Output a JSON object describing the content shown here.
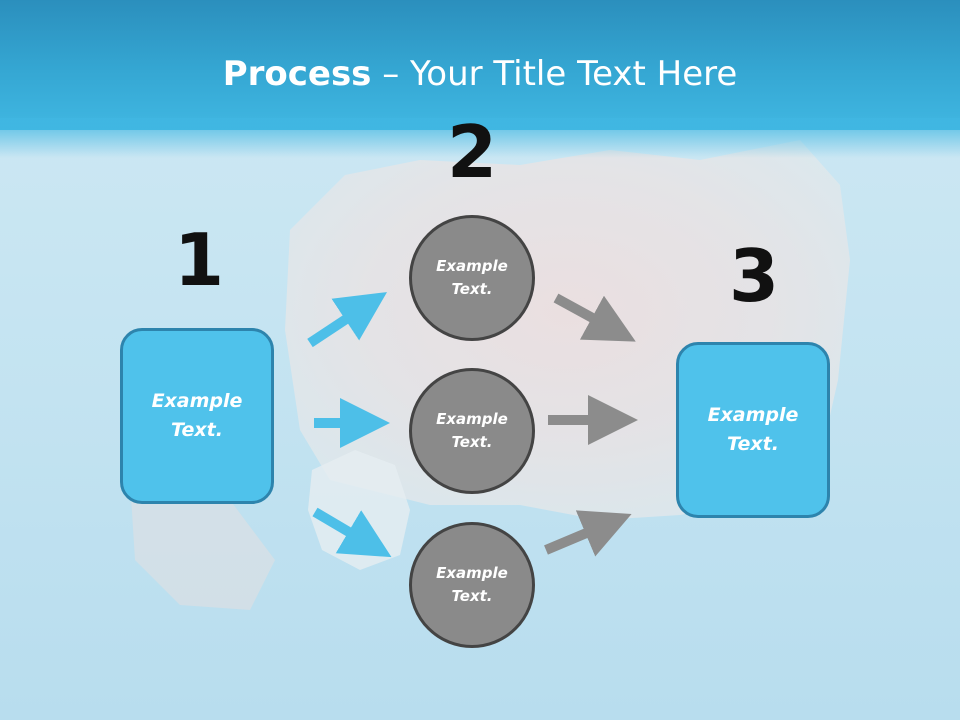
{
  "title": {
    "bold": "Process",
    "rest": " – Your Title Text Here"
  },
  "steps": [
    {
      "number": "1",
      "box_text": "Example\nText."
    },
    {
      "number": "2"
    },
    {
      "number": "3",
      "box_text": "Example\nText."
    }
  ],
  "circles": [
    {
      "text": "Example\nText."
    },
    {
      "text": "Example\nText."
    },
    {
      "text": "Example\nText."
    }
  ],
  "colors": {
    "header": "#35a7d3",
    "box_fill": "#4fc2eb",
    "circle_fill": "#8a8a8a",
    "blue_arrow": "#4dbfe8",
    "gray_arrow": "#8c8c8c"
  }
}
